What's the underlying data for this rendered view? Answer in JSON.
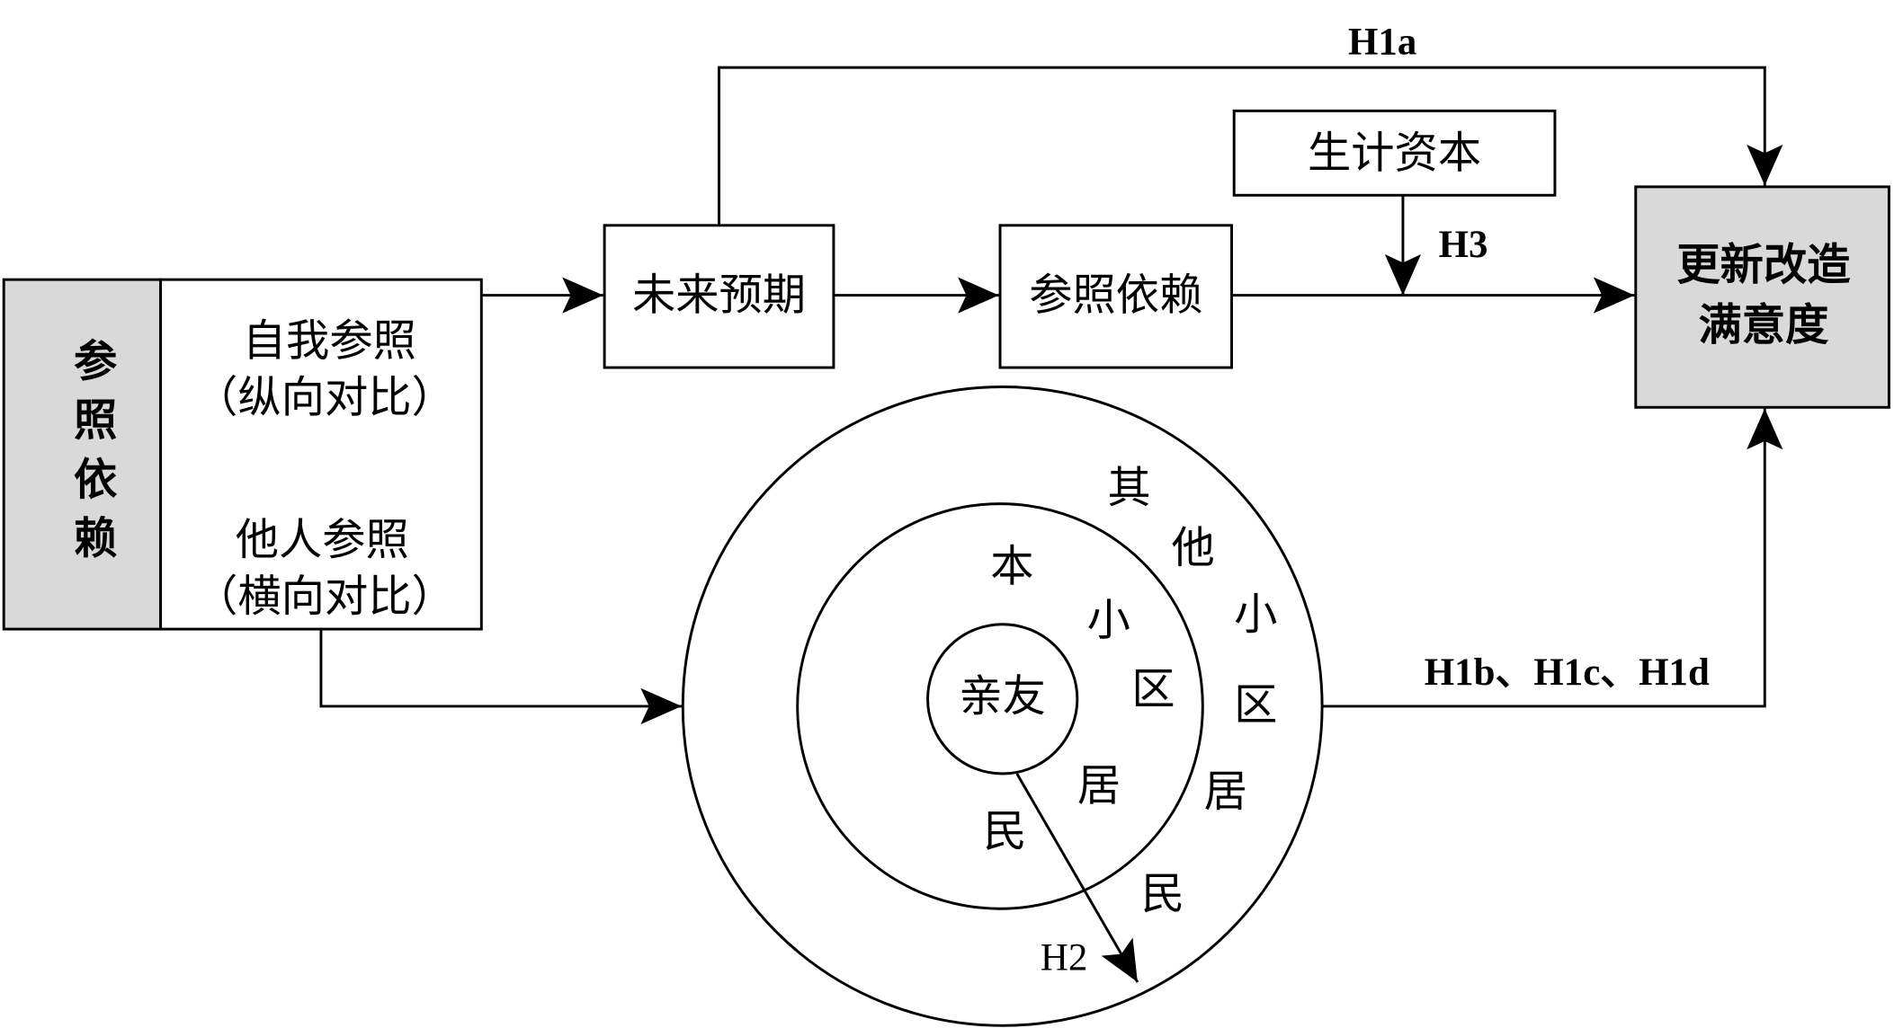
{
  "left_box": {
    "title_chars": [
      "参",
      "照",
      "依",
      "赖"
    ],
    "self_ref": "自我参照",
    "self_ref_note": "（纵向对比）",
    "other_ref": "他人参照",
    "other_ref_note": "（横向对比）"
  },
  "boxes": {
    "future": "未来预期",
    "dependence": "参照依赖",
    "livelihood": "生计资本",
    "satisfaction_line1": "更新改造",
    "satisfaction_line2": "满意度"
  },
  "circles": {
    "inner": "亲友",
    "middle_chars": [
      "本",
      "小",
      "区",
      "居",
      "民"
    ],
    "outer_chars": [
      "其",
      "他",
      "小",
      "区",
      "居",
      "民"
    ]
  },
  "hypotheses": {
    "h1a": "H1a",
    "h2": "H2",
    "h3": "H3",
    "h1bcd": "H1b、H1c、H1d"
  },
  "colors": {
    "gray_fill": "#d9d9d9",
    "stroke": "#000000"
  }
}
